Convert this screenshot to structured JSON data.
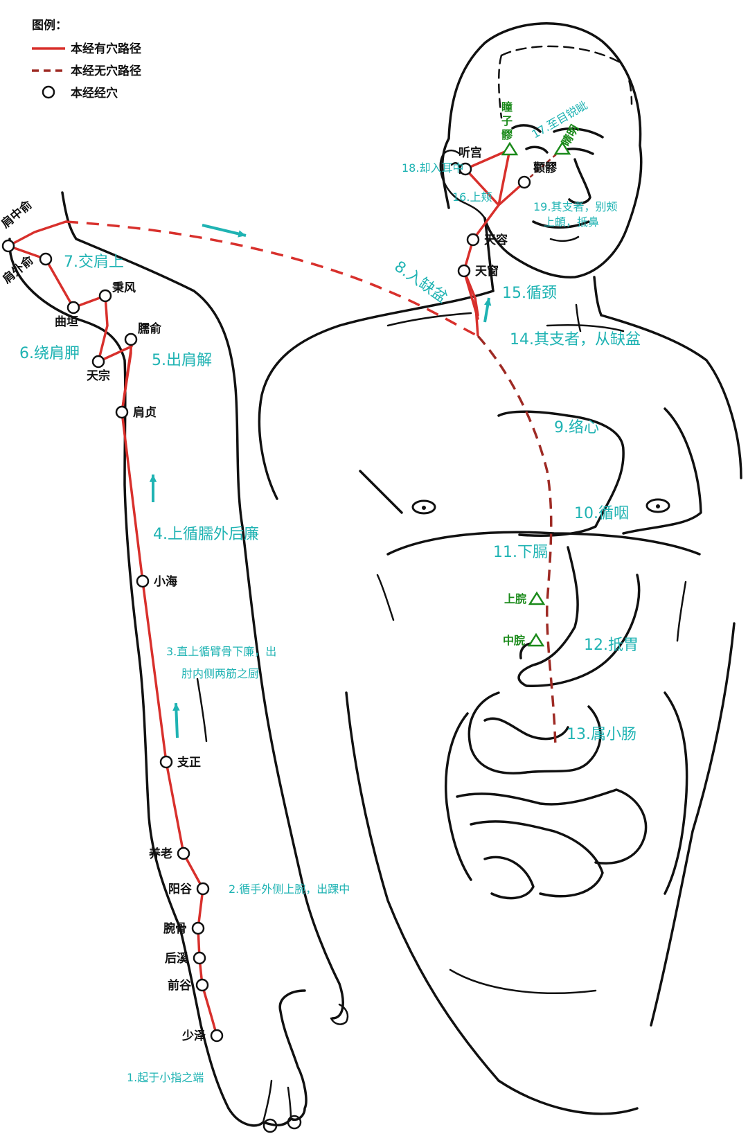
{
  "legend": {
    "title": "图例：",
    "solid": "本经有穴路径",
    "dashed": "本经无穴路径",
    "point": "本经经穴"
  },
  "colors": {
    "meridian": "#d8302c",
    "dashed_inner": "#9e2a24",
    "step_text": "#1fb3b3",
    "green_mark": "#1a8a1a",
    "outline": "#111111"
  },
  "points": [
    {
      "name": "少泽"
    },
    {
      "name": "前谷"
    },
    {
      "name": "后溪"
    },
    {
      "name": "腕骨"
    },
    {
      "name": "阳谷"
    },
    {
      "name": "养老"
    },
    {
      "name": "支正"
    },
    {
      "name": "小海"
    },
    {
      "name": "肩贞"
    },
    {
      "name": "臑俞"
    },
    {
      "name": "天宗"
    },
    {
      "name": "秉风"
    },
    {
      "name": "曲垣"
    },
    {
      "name": "肩外俞"
    },
    {
      "name": "肩中俞"
    },
    {
      "name": "天窗"
    },
    {
      "name": "天容"
    },
    {
      "name": "颧髎"
    },
    {
      "name": "听宫"
    }
  ],
  "green_points": [
    {
      "name": "瞳子髎",
      "chars": [
        "瞳",
        "子",
        "髎"
      ]
    },
    {
      "name": "睛明"
    },
    {
      "name": "上脘"
    },
    {
      "name": "中脘"
    }
  ],
  "steps": [
    {
      "text": "1.起于小指之端"
    },
    {
      "text": "2.循手外侧上腕，出踝中"
    },
    {
      "text": "3.直上循臂骨下廉，出"
    },
    {
      "text": "肘内侧两筋之厨"
    },
    {
      "text": "4.上循臑外后廉"
    },
    {
      "text": "5.出肩解"
    },
    {
      "text": "6.绕肩胛"
    },
    {
      "text": "7.交肩上"
    },
    {
      "text": "8.入缺盆"
    },
    {
      "text": "9.络心"
    },
    {
      "text": "10.循咽"
    },
    {
      "text": "11.下膈"
    },
    {
      "text": "12.抵胃"
    },
    {
      "text": "13.属小肠"
    },
    {
      "text": "14.其支者，从缺盆"
    },
    {
      "text": "15.循颈"
    },
    {
      "text": "16.上颊"
    },
    {
      "text": "17.至目锐眦"
    },
    {
      "text": "18.却入耳中"
    },
    {
      "text": "19.其支者，别颊"
    },
    {
      "text": "上頔，抵鼻"
    }
  ]
}
